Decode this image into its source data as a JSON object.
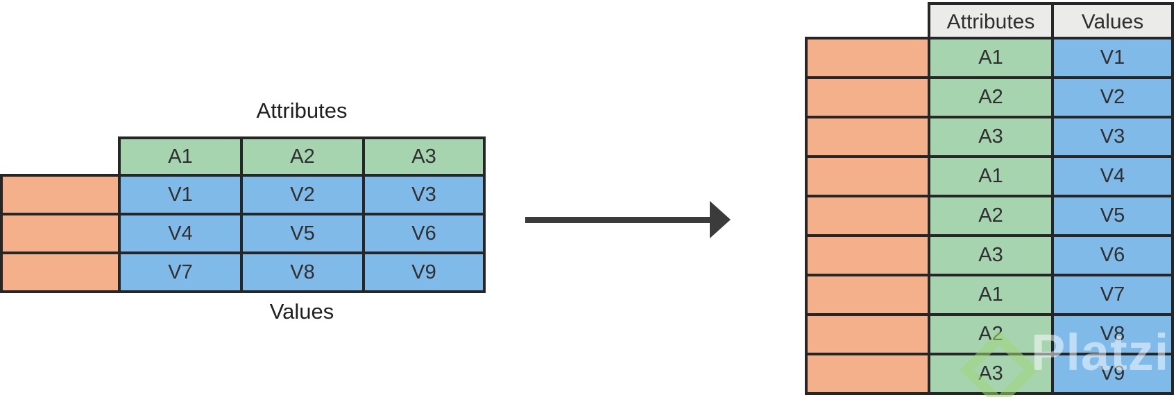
{
  "left_table": {
    "top_label": "Attributes",
    "bottom_label": "Values",
    "column_headers": [
      "A1",
      "A2",
      "A3"
    ],
    "rows": [
      [
        "V1",
        "V2",
        "V3"
      ],
      [
        "V4",
        "V5",
        "V6"
      ],
      [
        "V7",
        "V8",
        "V9"
      ]
    ]
  },
  "right_table": {
    "column_headers": [
      "Attributes",
      "Values"
    ],
    "rows": [
      {
        "attribute": "A1",
        "value": "V1"
      },
      {
        "attribute": "A2",
        "value": "V2"
      },
      {
        "attribute": "A3",
        "value": "V3"
      },
      {
        "attribute": "A1",
        "value": "V4"
      },
      {
        "attribute": "A2",
        "value": "V5"
      },
      {
        "attribute": "A3",
        "value": "V6"
      },
      {
        "attribute": "A1",
        "value": "V7"
      },
      {
        "attribute": "A2",
        "value": "V8"
      },
      {
        "attribute": "A3",
        "value": "V9"
      }
    ]
  },
  "watermark": {
    "text": "Platzi"
  },
  "colors": {
    "id_column": "#f4b08b",
    "attribute_cells": "#a5d4af",
    "value_cells": "#7fbae8",
    "header_cells": "#ebebe9",
    "cell_border": "#262626",
    "arrow": "#3b3b3b",
    "watermark_logo_green": "#a3d57a"
  }
}
